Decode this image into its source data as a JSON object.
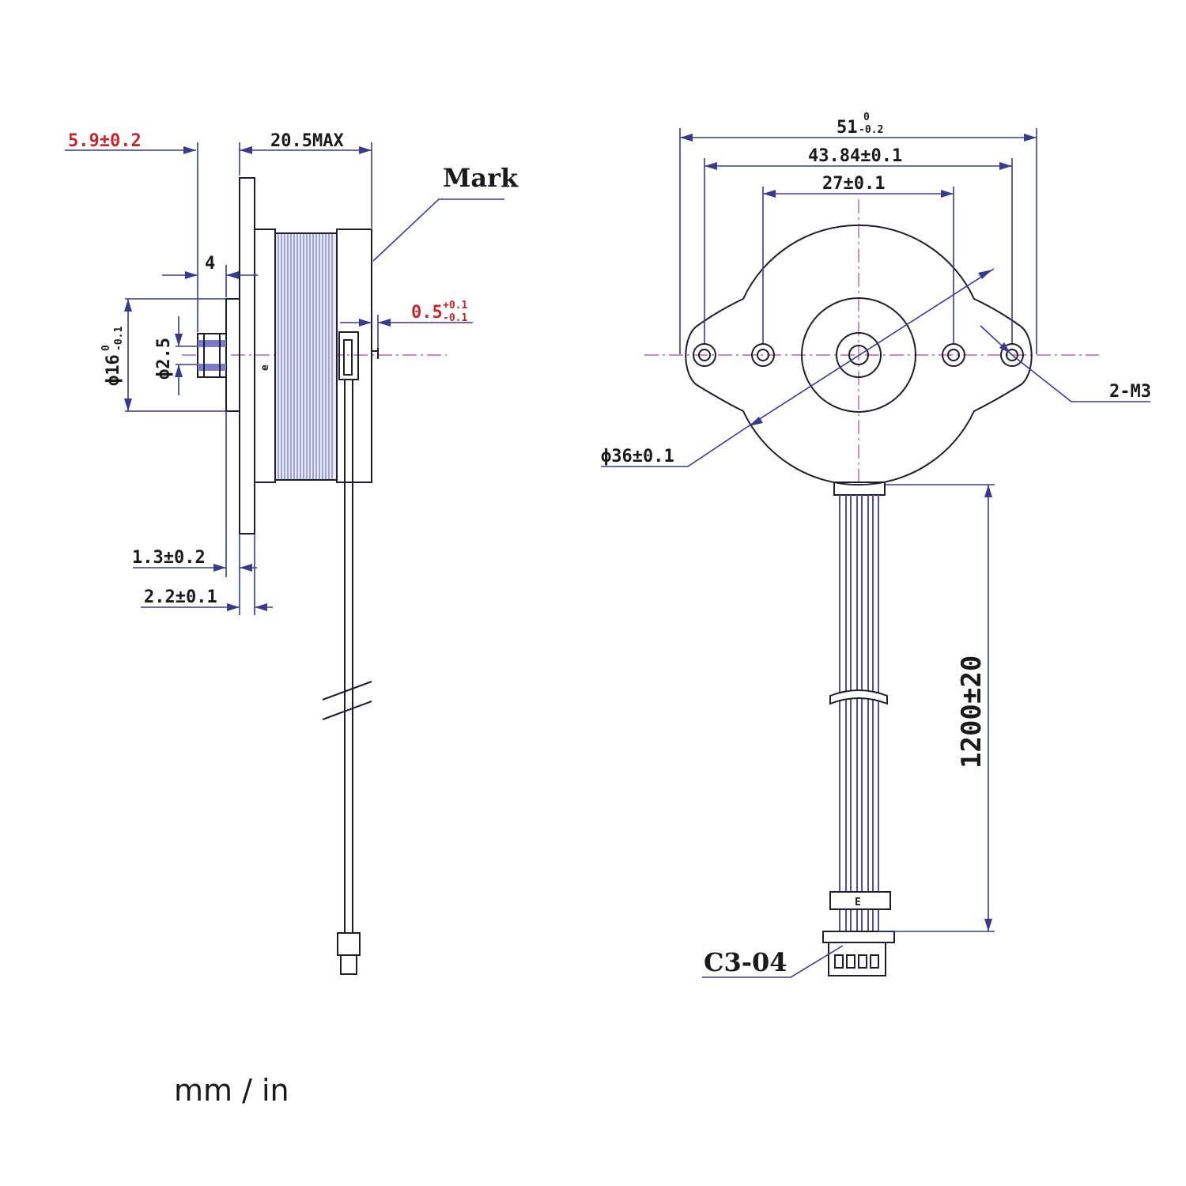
{
  "colors": {
    "dimension_line": "#3a3a8c",
    "tolerance_red": "#c0282c",
    "centerline": "#b06aa6",
    "outline": "#1e1e2a",
    "coil": "#7a7cc8"
  },
  "side_view": {
    "dim_hub_offset": "5.9±0.2",
    "dim_body_length": "20.5MAX",
    "mark_label": "Mark",
    "dim_step": "4",
    "dim_pin_main": "0.5",
    "dim_pin_tol_upper": "+0.1",
    "dim_pin_tol_lower": "-0.1",
    "dim_hub_dia_main": "ϕ16",
    "dim_hub_dia_tol_upper": "0",
    "dim_hub_dia_tol_lower": "-0.1",
    "dim_shaft_dia": "ϕ2.5",
    "dim_flange_step": "1.3±0.2",
    "dim_flange_thickness": "2.2±0.1",
    "side_marker": "e"
  },
  "front_view": {
    "dim_overall_main": "51",
    "dim_overall_tol_upper": "0",
    "dim_overall_tol_lower": "-0.2",
    "dim_outer_holes": "43.84±0.1",
    "dim_inner_holes": "27±0.1",
    "dim_thread": "2-M3",
    "dim_body_dia": "ϕ36±0.1",
    "dim_cable_length": "1200±20",
    "connector_label": "C3-04",
    "sleeve_marker": "E"
  },
  "units_label": "mm / in"
}
